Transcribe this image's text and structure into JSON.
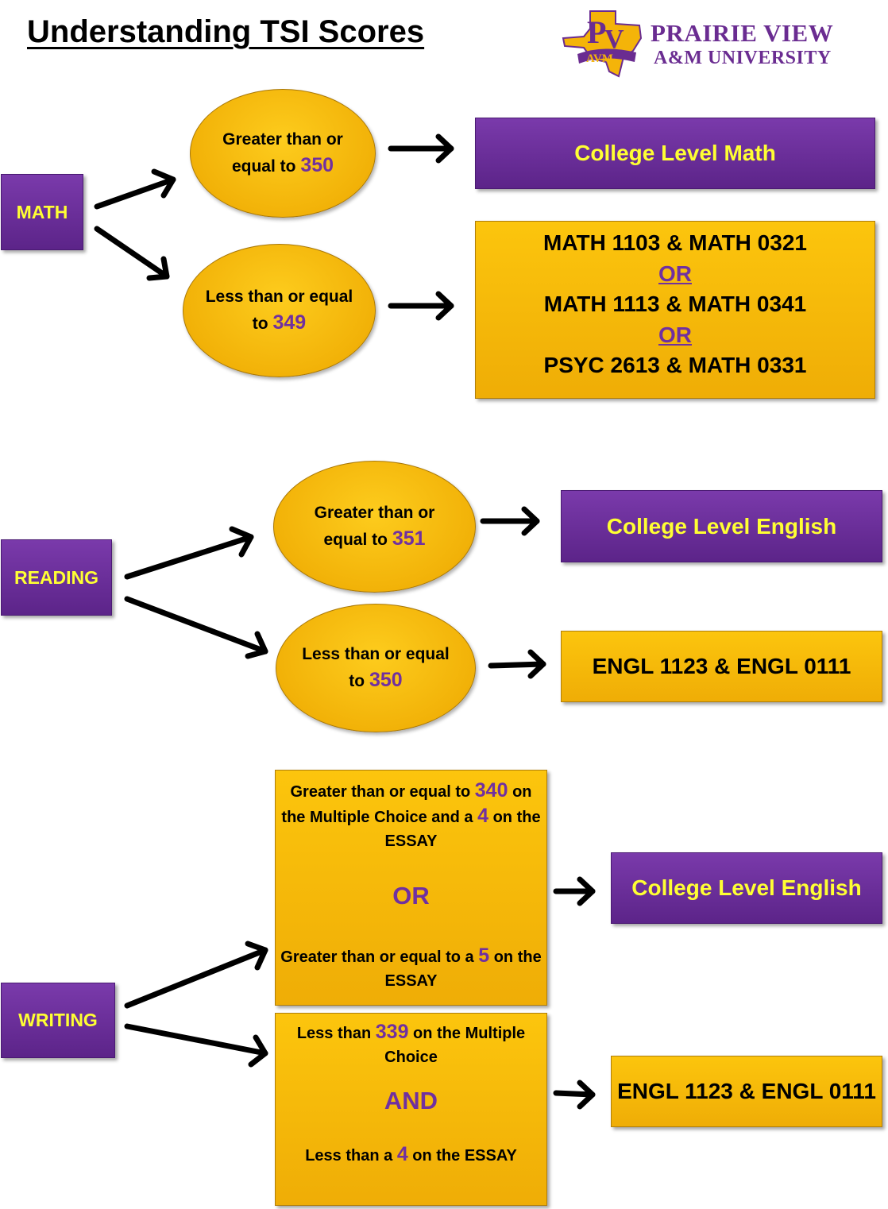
{
  "title": "Understanding TSI Scores",
  "logo": {
    "monogram": "PVAM",
    "name_line1": "PRAIRIE VIEW",
    "name_line2": "A&M UNIVERSITY"
  },
  "colors": {
    "purple": "#6a2c91",
    "gold": "#f7b80a",
    "label_yellow": "#ffff33",
    "score_purple": "#7030a0"
  },
  "math": {
    "label": "MATH",
    "high": {
      "text": "Greater than or equal to",
      "score": "350",
      "result": "College Level Math"
    },
    "low": {
      "text": "Less than or equal to",
      "score": "349",
      "course1": "MATH 1103 & MATH 0321",
      "or1": "OR",
      "course2": "MATH 1113 & MATH 0341",
      "or2": "OR",
      "course3": "PSYC 2613 & MATH 0331"
    }
  },
  "reading": {
    "label": "READING",
    "high": {
      "text": "Greater than or equal to",
      "score": "351",
      "result": "College Level English"
    },
    "low": {
      "text": "Less than or equal to",
      "score": "350",
      "result": "ENGL 1123 & ENGL 0111"
    }
  },
  "writing": {
    "label": "WRITING",
    "high": {
      "a1": "Greater than or equal to",
      "a_score": "340",
      "a2": "on the Multiple Choice and a",
      "a_essay": "4",
      "a3": "on the ESSAY",
      "or": "OR",
      "b1": "Greater than or equal to a",
      "b_essay": "5",
      "b2": "on the ESSAY",
      "result": "College Level English"
    },
    "low": {
      "a1": "Less than",
      "a_score": "339",
      "a2": "on the Multiple Choice",
      "and": "AND",
      "b1": "Less than a",
      "b_essay": "4",
      "b2": "on the ESSAY",
      "result": "ENGL 1123 & ENGL 0111"
    }
  }
}
